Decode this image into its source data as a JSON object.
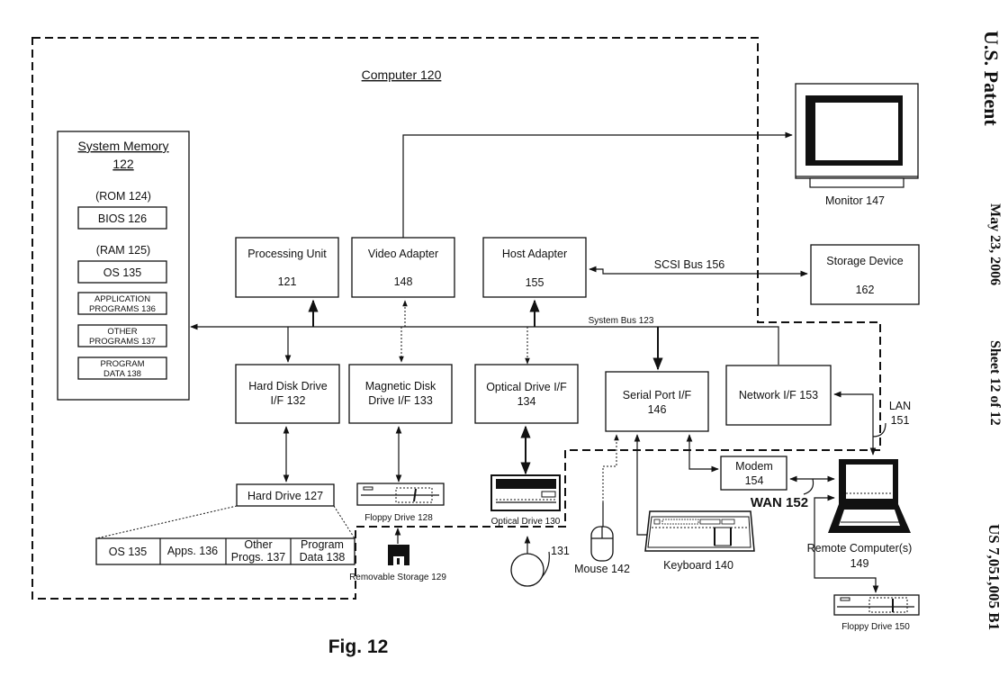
{
  "header": {
    "publication": "U.S. Patent",
    "date": "May 23, 2006",
    "sheet": "Sheet 12 of 12",
    "patent_number": "US 7,051,005 B1"
  },
  "figure_label": "Fig. 12",
  "computer": {
    "title": "Computer 120"
  },
  "system_memory": {
    "title_line1": "System Memory",
    "title_line2": "122",
    "rom_label": "(ROM 124)",
    "bios": "BIOS 126",
    "ram_label": "(RAM 125)",
    "os": "OS 135",
    "app_programs": [
      "APPLICATION",
      "PROGRAMS 136"
    ],
    "other_programs": [
      "OTHER",
      "PROGRAMS 137"
    ],
    "program_data": [
      "PROGRAM",
      "DATA 138"
    ]
  },
  "top_components": {
    "processing_unit": [
      "Processing Unit",
      "121"
    ],
    "video_adapter": [
      "Video Adapter",
      "148"
    ],
    "host_adapter": [
      "Host Adapter",
      "155"
    ]
  },
  "buses": {
    "system_bus": "System Bus 123",
    "scsi_bus": "SCSI Bus 156"
  },
  "storage_device": [
    "Storage Device",
    "162"
  ],
  "monitor": "Monitor 147",
  "interfaces": {
    "hdd_if": [
      "Hard Disk Drive",
      "I/F 132"
    ],
    "mag_if": [
      "Magnetic Disk",
      "Drive I/F 133"
    ],
    "opt_if": [
      "Optical Drive I/F",
      "134"
    ],
    "serial_if": [
      "Serial Port I/F",
      "146"
    ],
    "network_if": "Network I/F 153"
  },
  "hard_drive": {
    "title": "Hard Drive 127",
    "partitions": [
      [
        "OS 135"
      ],
      [
        "Apps. 136"
      ],
      [
        "Other",
        "Progs. 137"
      ],
      [
        "Program",
        "Data 138"
      ]
    ]
  },
  "peripherals": {
    "floppy_128": "Floppy Drive 128",
    "removable_129": "Removable Storage 129",
    "optical_130": "Optical Drive 130",
    "disc_131": "131",
    "mouse": "Mouse 142",
    "keyboard": "Keyboard 140",
    "modem": [
      "Modem",
      "154"
    ],
    "wan": "WAN 152",
    "lan": [
      "LAN",
      "151"
    ],
    "remote": [
      "Remote Computer(s)",
      "149"
    ],
    "floppy_150": "Floppy Drive 150"
  }
}
